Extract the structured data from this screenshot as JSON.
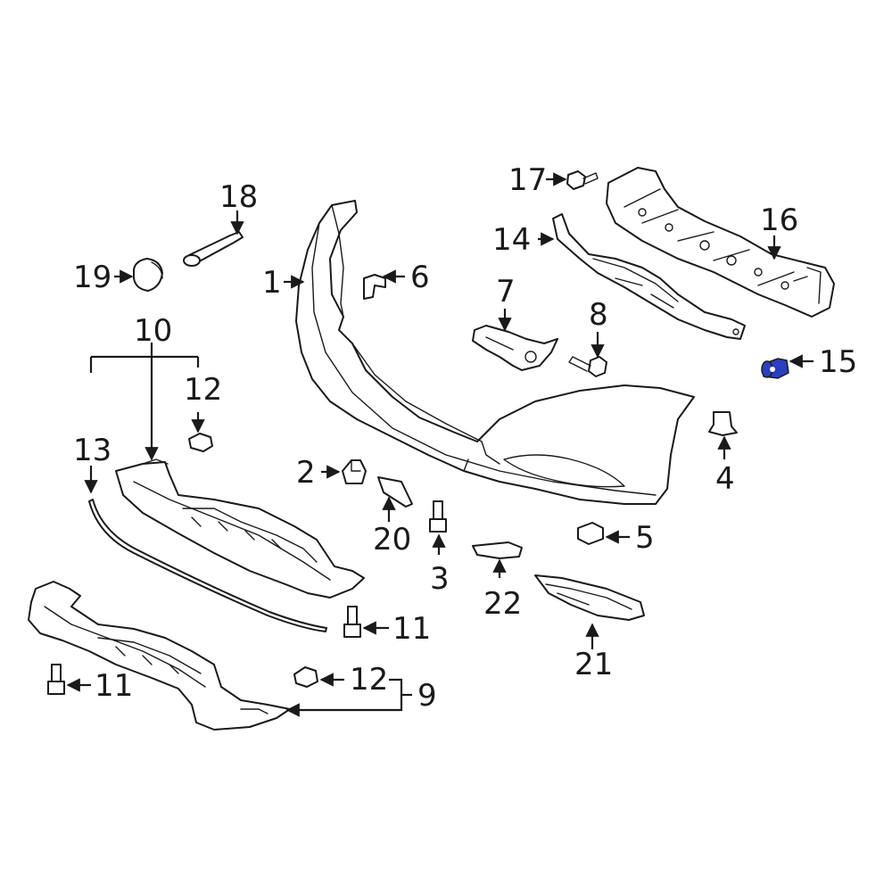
{
  "diagram": {
    "highlight_color": "#2b3fbf",
    "line_color": "#1a1a1a",
    "callouts": [
      "1",
      "2",
      "3",
      "4",
      "5",
      "6",
      "7",
      "8",
      "9",
      "10",
      "11",
      "11",
      "12",
      "12",
      "13",
      "14",
      "15",
      "16",
      "17",
      "18",
      "19",
      "20",
      "21",
      "22"
    ],
    "highlighted_part": "15"
  }
}
